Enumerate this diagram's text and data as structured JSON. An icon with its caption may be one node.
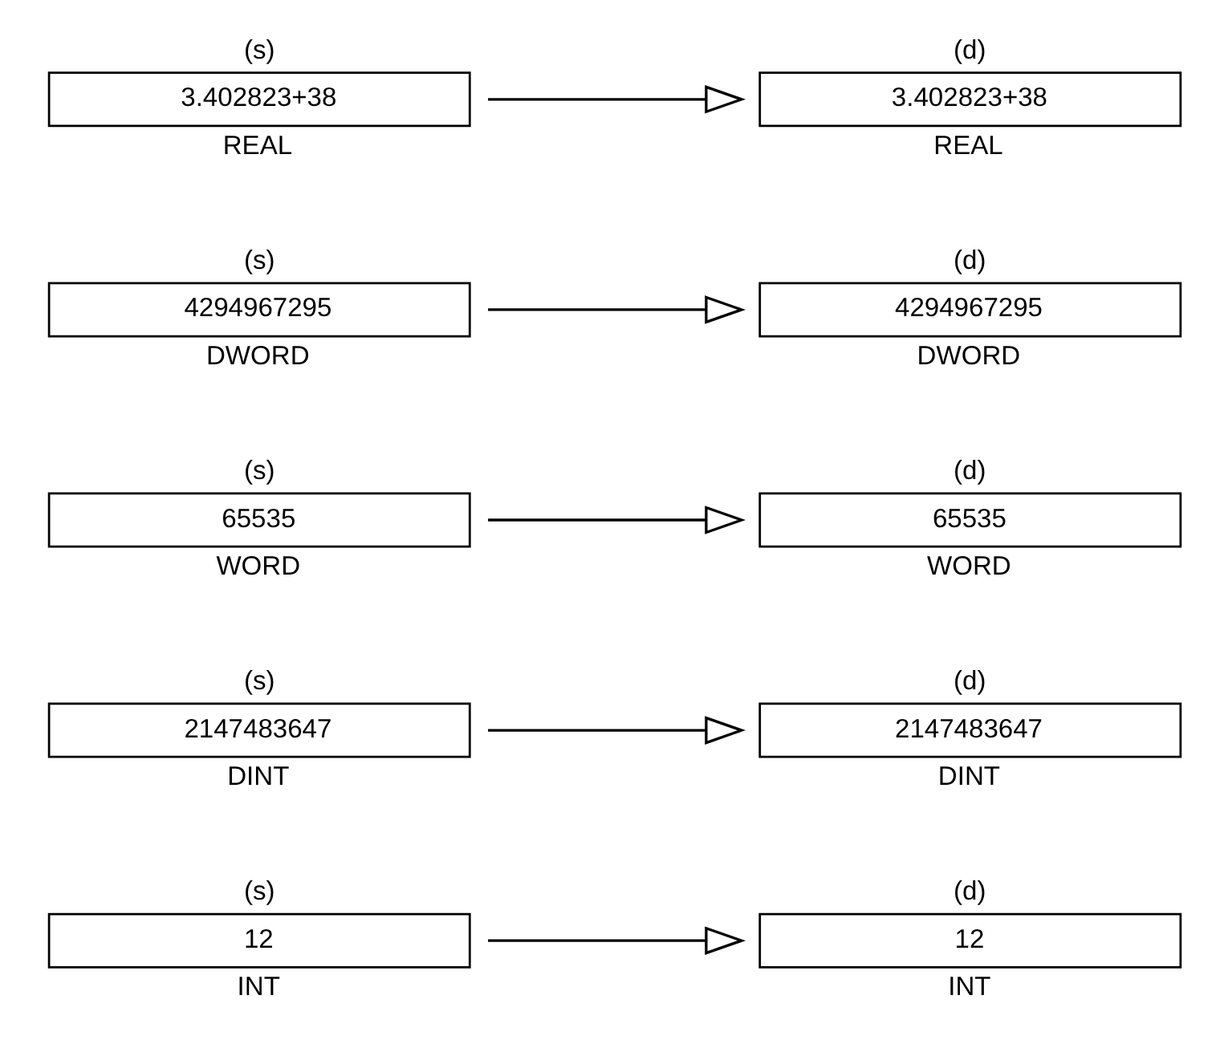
{
  "diagram": {
    "nodes": [
      {
        "text": [
          "(s)",
          "12"
        ],
        "beside": [
          "INT"
        ]
      },
      {
        "text": [
          "(d)",
          "12"
        ],
        "beside": [
          "INT"
        ]
      },
      {
        "text": [
          "(s)",
          "2147483647"
        ],
        "beside": [
          "DINT"
        ]
      },
      {
        "text": [
          "(d)",
          "2147483647"
        ],
        "beside": [
          "DINT"
        ]
      },
      {
        "text": [
          "(s)",
          "65535"
        ],
        "beside": [
          "WORD"
        ]
      },
      {
        "text": [
          "(d)",
          "65535"
        ],
        "beside": [
          "WORD"
        ]
      },
      {
        "text": [
          "(s)",
          "4294967295"
        ],
        "beside": [
          "DWORD"
        ]
      },
      {
        "text": [
          "(d)",
          "4294967295"
        ],
        "beside": [
          "DWORD"
        ]
      },
      {
        "text": [
          "(s)",
          "3.402823+38"
        ],
        "beside": [
          "REAL"
        ]
      },
      {
        "text": [
          "(d)",
          "3.402823+38"
        ],
        "beside": [
          "REAL"
        ]
      }
    ],
    "edges": [
      {
        "from": 0,
        "to": 1,
        "arrow": "to"
      },
      {
        "from": 2,
        "to": 3,
        "arrow": "to"
      },
      {
        "from": 4,
        "to": 5,
        "arrow": "to"
      },
      {
        "from": 6,
        "to": 7,
        "arrow": "to"
      },
      {
        "from": 8,
        "to": 9,
        "arrow": "to"
      }
    ]
  }
}
